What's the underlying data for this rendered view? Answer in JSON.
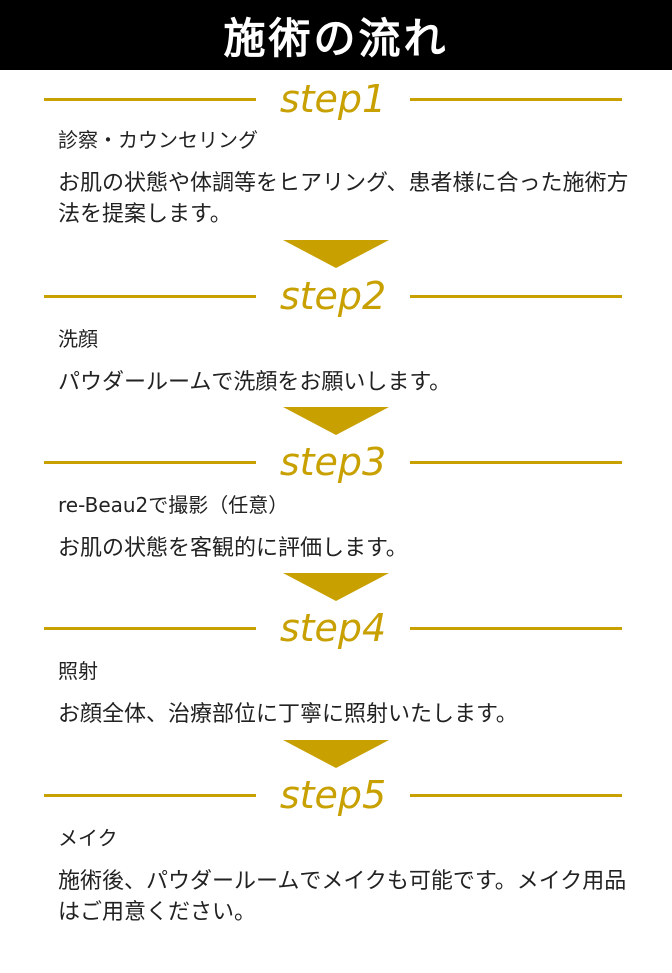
{
  "header": {
    "title": "施術の流れ"
  },
  "accent_color": "#c8a000",
  "steps": [
    {
      "label": "step1",
      "title": "診察・カウンセリング",
      "desc": "お肌の状態や体調等をヒアリング、患者様に合った施術方法を提案します。"
    },
    {
      "label": "step2",
      "title": "洗顔",
      "desc": "パウダールームで洗顔をお願いします。"
    },
    {
      "label": "step3",
      "title": "re-Beau2で撮影（任意）",
      "desc": "お肌の状態を客観的に評価します。"
    },
    {
      "label": "step4",
      "title": "照射",
      "desc": "お顔全体、治療部位に丁寧に照射いたします。"
    },
    {
      "label": "step5",
      "title": "メイク",
      "desc": "施術後、パウダールームでメイクも可能です。メイク用品はご用意ください。"
    }
  ]
}
